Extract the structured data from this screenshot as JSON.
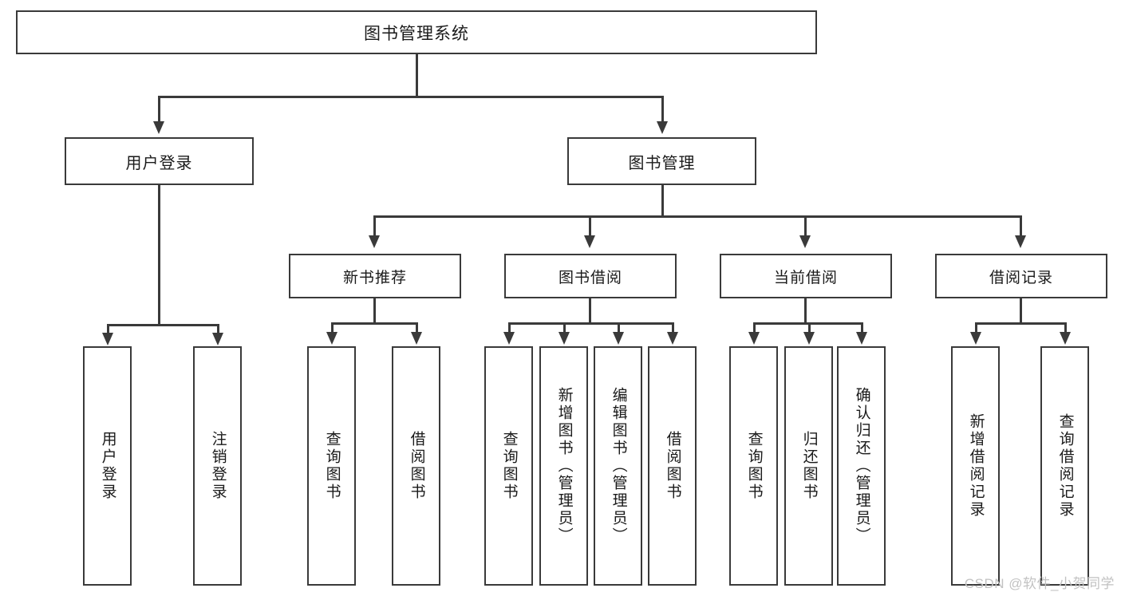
{
  "diagram": {
    "title": "图书管理系统",
    "root": {
      "label": "图书管理系统"
    },
    "level1": [
      {
        "label": "用户登录"
      },
      {
        "label": "图书管理"
      }
    ],
    "level2": [
      {
        "label": "新书推荐"
      },
      {
        "label": "图书借阅"
      },
      {
        "label": "当前借阅"
      },
      {
        "label": "借阅记录"
      }
    ],
    "leaves": {
      "user_login": [
        {
          "label": "用户登录"
        },
        {
          "label": "注销登录"
        }
      ],
      "new_book_recommend": [
        {
          "label": "查询图书"
        },
        {
          "label": "借阅图书"
        }
      ],
      "book_borrow": [
        {
          "label": "查询图书"
        },
        {
          "label": "新增图书（管理员）"
        },
        {
          "label": "编辑图书（管理员）"
        },
        {
          "label": "借阅图书"
        }
      ],
      "current_borrow": [
        {
          "label": "查询图书"
        },
        {
          "label": "归还图书"
        },
        {
          "label": "确认归还（管理员）"
        }
      ],
      "borrow_record": [
        {
          "label": "新增借阅记录"
        },
        {
          "label": "查询借阅记录"
        }
      ]
    }
  },
  "watermark": {
    "text": "CSDN @软件_小贺同学"
  },
  "colors": {
    "stroke": "#3a3a3a",
    "text": "#1a1a1a",
    "background": "#ffffff",
    "watermark": "#c2c2c2"
  }
}
